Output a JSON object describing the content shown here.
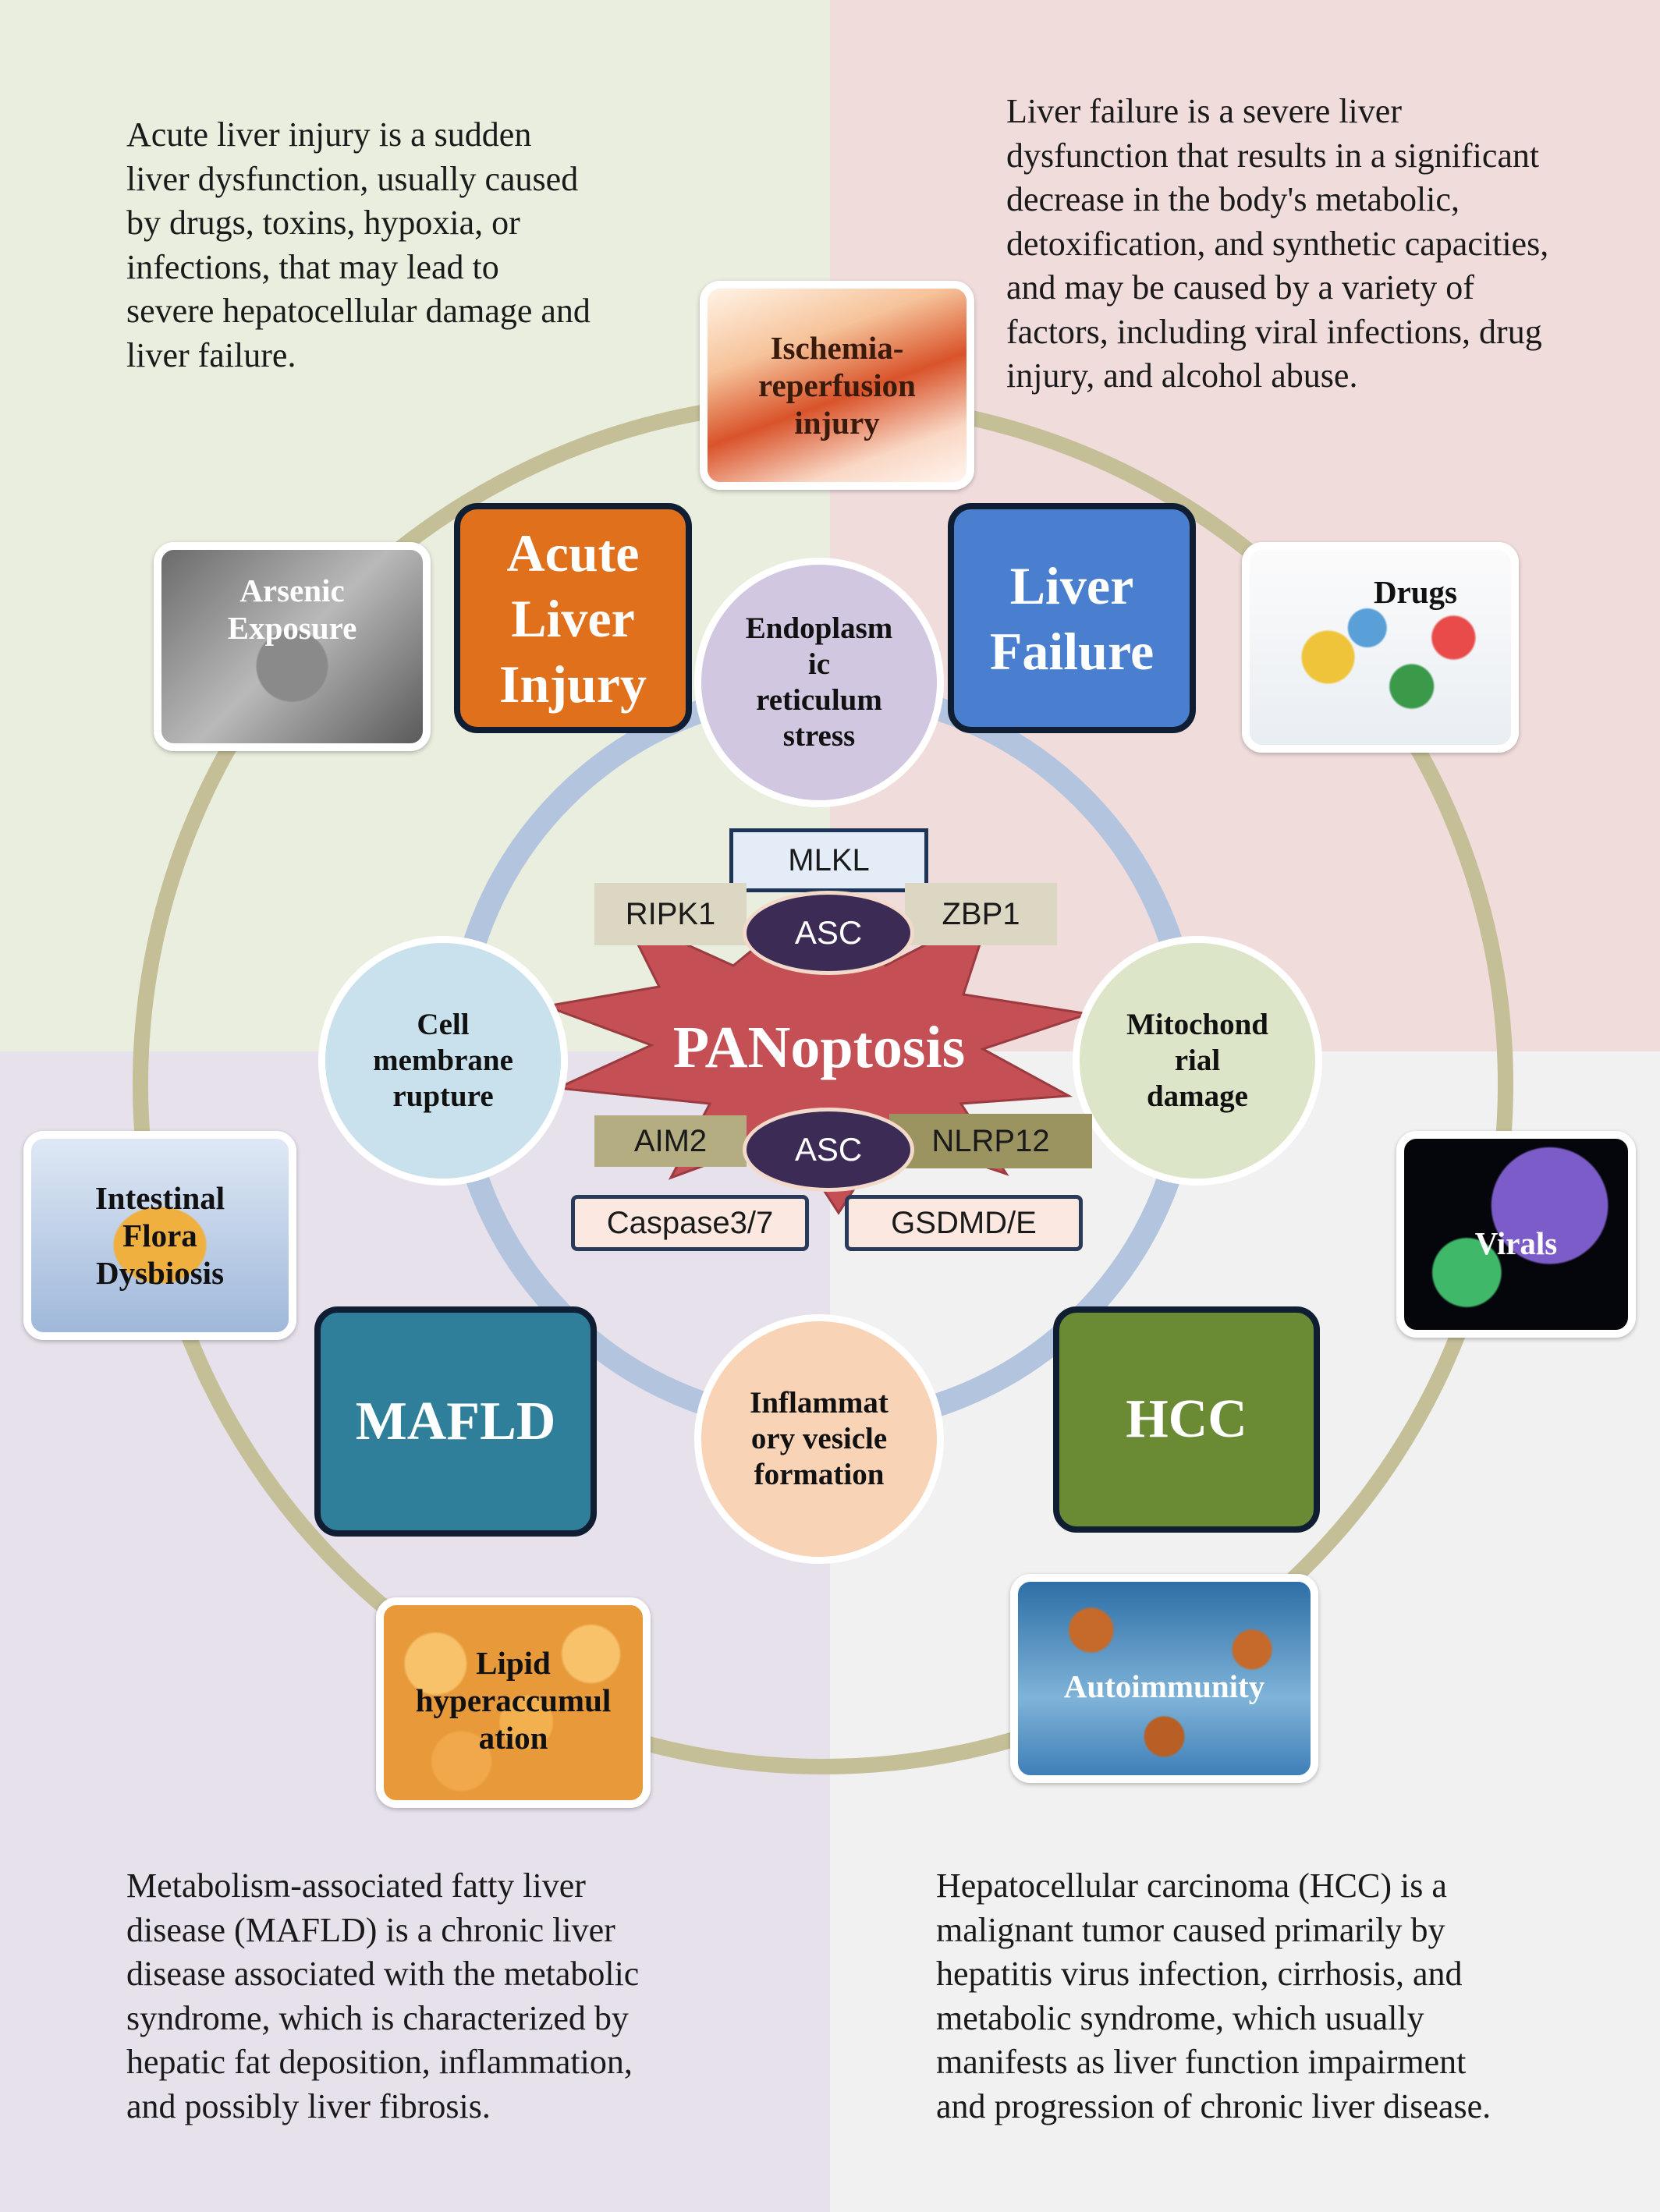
{
  "quadrants": [
    {
      "id": "top-left",
      "color": "#e9eedf"
    },
    {
      "id": "top-right",
      "color": "#f1dcdc"
    },
    {
      "id": "bottom-left",
      "color": "#e7e1ec"
    },
    {
      "id": "bottom-right",
      "color": "#f1f1f1"
    }
  ],
  "descriptions": {
    "acute": "Acute liver injury is a sudden\nliver dysfunction, usually caused\nby drugs, toxins, hypoxia, or\ninfections, that may lead to\nsevere hepatocellular damage and\nliver failure.",
    "failure": "Liver failure is a severe liver\ndysfunction that results in a significant\ndecrease in the body's metabolic,\ndetoxification, and synthetic capacities,\nand may be caused by a variety of\nfactors, including viral infections, drug\ninjury, and alcohol abuse.",
    "mafld": "Metabolism-associated fatty liver\ndisease (MAFLD) is a chronic liver\ndisease associated with the metabolic\nsyndrome, which is characterized by\nhepatic fat deposition, inflammation,\nand possibly liver fibrosis.",
    "hcc": "Hepatocellular carcinoma (HCC) is a\nmalignant tumor caused primarily by\nhepatitis virus infection, cirrhosis, and\nmetabolic syndrome, which usually\nmanifests as liver function impairment\nand progression of chronic liver disease."
  },
  "diseases": [
    {
      "key": "acute",
      "label": "Acute\nLiver\nInjury",
      "color": "#e0701c"
    },
    {
      "key": "failure",
      "label": "Liver\nFailure",
      "color": "#4a7fd0"
    },
    {
      "key": "mafld",
      "label": "MAFLD",
      "color": "#2f7f9a"
    },
    {
      "key": "hcc",
      "label": "HCC",
      "color": "#6a8a34"
    }
  ],
  "mechanisms": [
    {
      "key": "er",
      "label": "Endoplasm\nic\nreticulum\nstress",
      "color": "#d2c7e0"
    },
    {
      "key": "mito",
      "label": "Mitochond\nrial\ndamage",
      "color": "#dde5c8"
    },
    {
      "key": "vesicle",
      "label": "Inflammat\nory vesicle\nformation",
      "color": "#f9d3b6"
    },
    {
      "key": "membrane",
      "label": "Cell\nmembrane\nrupture",
      "color": "#c8e1ec"
    }
  ],
  "core": {
    "title": "PANoptosis",
    "molecules": [
      "MLKL",
      "RIPK1",
      "ZBP1",
      "AIM2",
      "NLRP12",
      "Caspase3/7",
      "GSDMD/E"
    ],
    "asc_top": "ASC",
    "asc_bottom": "ASC"
  },
  "causes": [
    {
      "key": "ischemia",
      "label": "Ischemia-\nreperfusion\ninjury"
    },
    {
      "key": "drugs",
      "label": "Drugs"
    },
    {
      "key": "arsenic",
      "label": "Arsenic\nExposure"
    },
    {
      "key": "intestinal",
      "label": "Intestinal\nFlora\nDysbiosis"
    },
    {
      "key": "virals",
      "label": "Virals"
    },
    {
      "key": "lipid",
      "label": "Lipid\nhyperaccumul\nation"
    },
    {
      "key": "autoimmunity",
      "label": "Autoimmunity"
    }
  ],
  "ring_colors": {
    "outer": "#c5bf98",
    "inner": "#b3c4de",
    "star": "#c44f55"
  }
}
